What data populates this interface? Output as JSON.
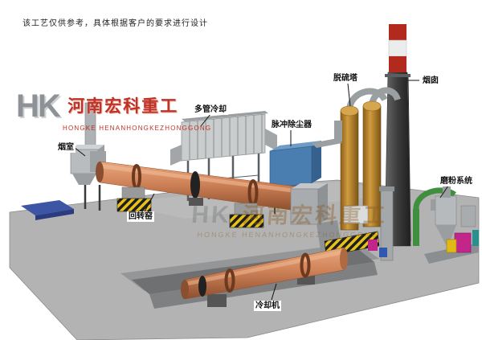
{
  "disclaimer": "该工艺仅供参考，具体根据客户的要求进行设计",
  "watermark": {
    "logo_initials": "HK",
    "company_cn": "河南宏科重工",
    "company_en": "HONGKE HENANHONGKEZHONGGONG"
  },
  "labels": {
    "smoke_chamber": "烟室",
    "multi_tube_cooler": "多管冷却",
    "pulse_dust_collector": "脉冲除尘器",
    "desulfurization_tower": "脱硫塔",
    "chimney": "烟囱",
    "grinding_system": "磨粉系统",
    "rotary_kiln": "回转窑",
    "cooling_machine": "冷却机"
  },
  "colors": {
    "kiln_shell": "#cf8258",
    "dust_collector_blue": "#4a7db0",
    "desulfurization_tower_orange": "#b9852b",
    "chimney_band_red": "#b22a1e",
    "hazard_yellow": "#e8c21a",
    "ground_gray": "#b3b3b3",
    "brand_red": "#c03226"
  }
}
